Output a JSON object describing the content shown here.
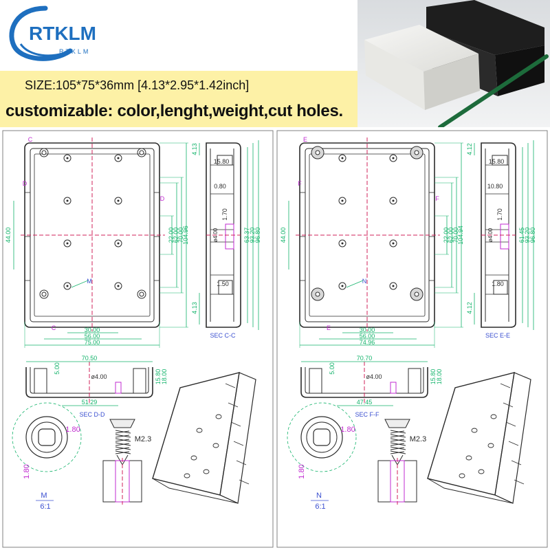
{
  "brand": {
    "logo_text": "RTKLM",
    "logo_subtext": "RTKLM"
  },
  "header": {
    "size_text": "SIZE:105*75*36mm  [4.13*2.95*1.42inch]",
    "custom_text": "customizable: color,lenght,weight,cut holes."
  },
  "left": {
    "front": {
      "vert_dims": [
        "22.00",
        "62.00",
        "70.00",
        "104.96"
      ],
      "left_dim": "44.00",
      "bottom_dims": [
        "30.00",
        "56.00",
        "75.00"
      ],
      "labels": {
        "c_top": "C",
        "c_bottom": "C",
        "d_left": "D",
        "d_right": "D",
        "detail": "M"
      }
    },
    "side": {
      "dims_left": [
        "4.13",
        "4.13"
      ],
      "dims_inner": [
        "15.80",
        "0.80",
        "1.70",
        "1.50",
        "ø4.00"
      ],
      "dims_right": [
        "63.37",
        "93.20",
        "96.80"
      ],
      "section": "SEC C-C"
    },
    "section": {
      "top_dim": "70.50",
      "dim_5": "5.00",
      "hole": "ø4.00",
      "right_dims": [
        "15.80",
        "18.00"
      ],
      "bottom_dim": "51.29",
      "label": "SEC D-D"
    },
    "detail": {
      "dia": "1.80",
      "side": "1.80",
      "screw": "M2.3",
      "name": "M",
      "scale": "6:1"
    }
  },
  "right": {
    "front": {
      "vert_dims": [
        "22.00",
        "62.00",
        "70.00",
        "104.94"
      ],
      "left_dim": "44.00",
      "bottom_dims": [
        "30.00",
        "56.00",
        "74.96"
      ],
      "labels": {
        "c_top": "E",
        "c_bottom": "E",
        "d_left": "F",
        "d_right": "F",
        "detail": "N"
      }
    },
    "side": {
      "dims_left": [
        "4.12",
        "4.12"
      ],
      "dims_inner": [
        "15.80",
        "10.80",
        "1.70",
        "1.80",
        "ø4.00"
      ],
      "dims_right": [
        "61.45",
        "93.20",
        "96.80"
      ],
      "section": "SEC E-E"
    },
    "section": {
      "top_dim": "70.70",
      "dim_5": "5.00",
      "hole": "ø4.00",
      "right_dims": [
        "15.80",
        "18.00"
      ],
      "bottom_dim": "47.45",
      "label": "SEC F-F"
    },
    "detail": {
      "dia": "1.80",
      "side": "1.80",
      "screw": "M2.3",
      "name": "N",
      "scale": "6:1"
    }
  },
  "colors": {
    "yellow_band": "#fdf1a6",
    "logo_blue": "#1e6fbf",
    "dim_green": "#12b36a",
    "line_dark": "#2b2b2b",
    "center_red": "#d0205a",
    "label_magenta": "#c02ad0",
    "label_blue": "#3a4fd0",
    "frame_gray": "#808080"
  }
}
